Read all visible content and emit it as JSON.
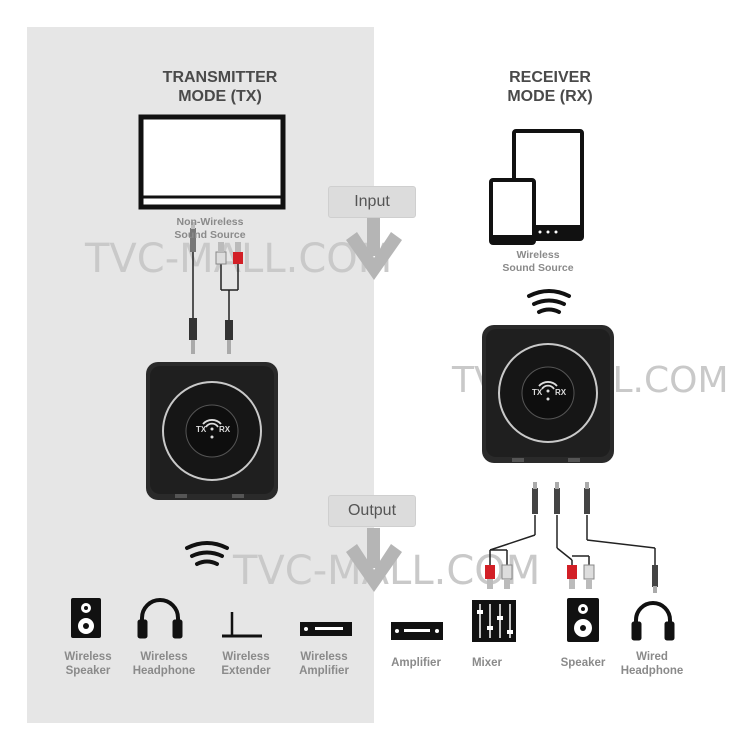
{
  "tx_mode": {
    "heading_line1": "TRANSMITTER",
    "heading_line2": "MODE (TX)"
  },
  "rx_mode": {
    "heading_line1": "RECEIVER",
    "heading_line2": "MODE (RX)"
  },
  "tx_source": {
    "line1": "Non-Wireless",
    "line2": "Sound Source"
  },
  "rx_source": {
    "line1": "Wireless",
    "line2": "Sound Source"
  },
  "flow_labels": {
    "input": "Input",
    "output": "Output"
  },
  "device_labels": {
    "tx": "TX",
    "rx": "RX"
  },
  "watermark": "TVC-MALL.COM",
  "tx_outputs": [
    {
      "line1": "Wireless",
      "line2": "Speaker",
      "icon": "speaker-icon"
    },
    {
      "line1": "Wireless",
      "line2": "Headphone",
      "icon": "headphone-icon"
    },
    {
      "line1": "Wireless",
      "line2": "Extender",
      "icon": "extender-icon"
    },
    {
      "line1": "Wireless",
      "line2": "Amplifier",
      "icon": "amplifier-icon"
    }
  ],
  "rx_outputs": [
    {
      "line1": "Amplifier",
      "line2": "",
      "icon": "amplifier-icon"
    },
    {
      "line1": "Mixer",
      "line2": "",
      "icon": "mixer-icon"
    },
    {
      "line1": "Speaker",
      "line2": "",
      "icon": "speaker-icon"
    },
    {
      "line1": "Wired",
      "line2": "Headphone",
      "icon": "headphone-icon"
    }
  ],
  "colors": {
    "panel": "#e6e6e6",
    "text_dark": "#4a4a4a",
    "text_gray": "#8a8a8a",
    "device": "#222222",
    "rca_red": "#d21f26",
    "rca_white": "#f2f2f2"
  }
}
